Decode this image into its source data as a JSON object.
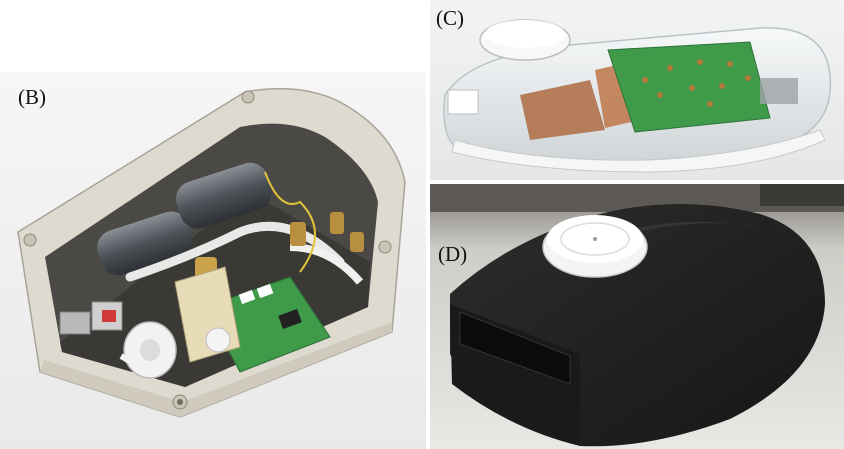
{
  "panels": {
    "b": {
      "label": "(B)"
    },
    "c": {
      "label": "(C)"
    },
    "d": {
      "label": "(D)"
    }
  },
  "colors": {
    "enclosure": "#dedad0",
    "pcb": "#3f9a4a",
    "copper": "#b0714a",
    "printed_black": "#1e1e1e",
    "white_part": "#f2f2f2"
  }
}
